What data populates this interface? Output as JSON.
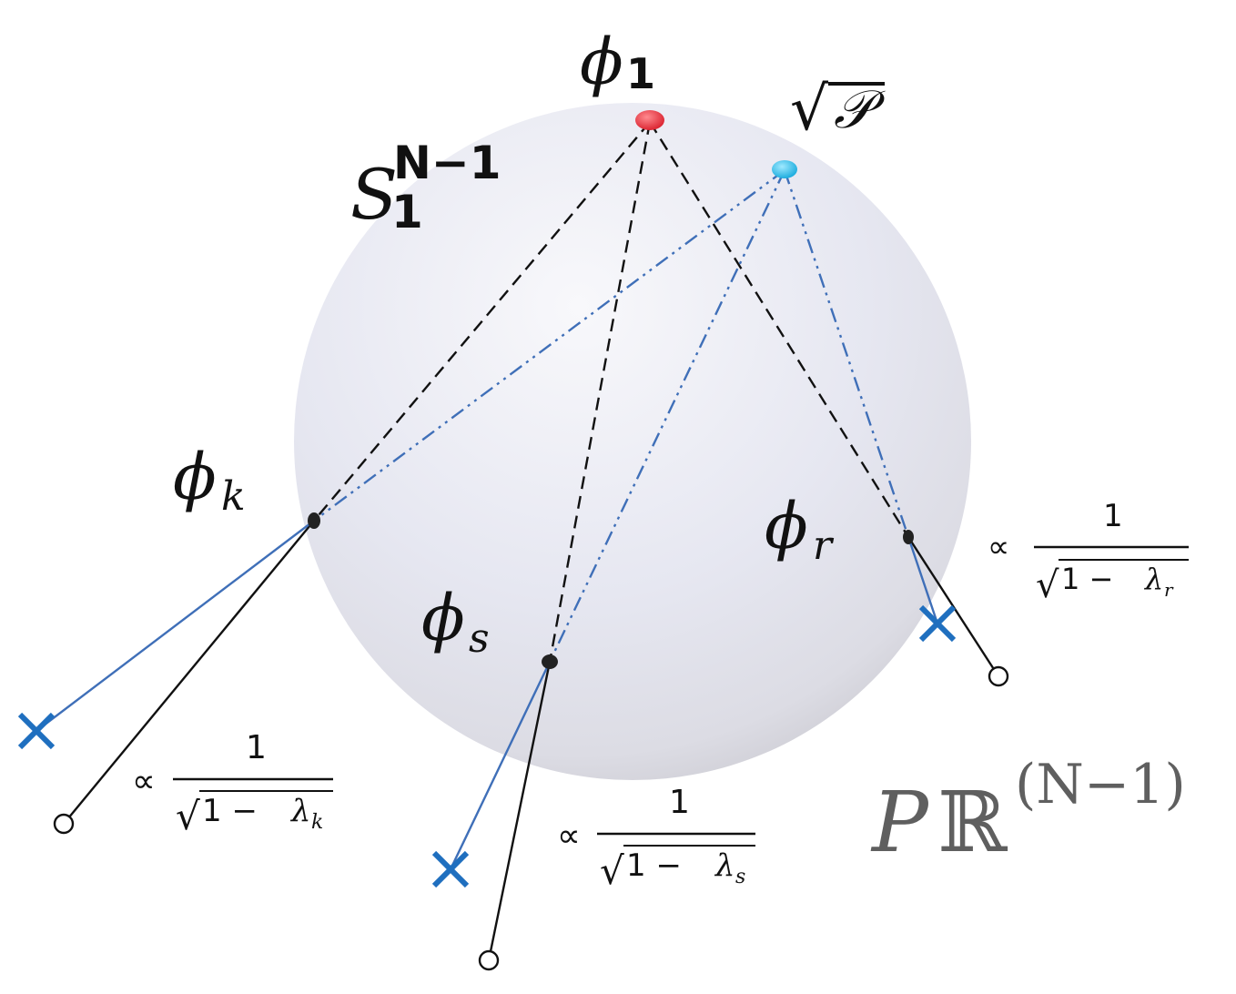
{
  "labels": {
    "phi1": {
      "sym": "ϕ",
      "sub": "1"
    },
    "sqrtP": {
      "root": "√",
      "sym": "𝒫"
    },
    "sphere": {
      "sym": "S",
      "sup": "N−1",
      "sub": "1"
    },
    "phik": {
      "sym": "ϕ",
      "sub": "k"
    },
    "phis": {
      "sym": "ϕ",
      "sub": "s"
    },
    "phir": {
      "sym": "ϕ",
      "sub": "r"
    },
    "projective": {
      "sym": "P",
      "field": "ℝ",
      "sup": "(N−1)"
    }
  },
  "fractions": {
    "k": {
      "prop": "∝",
      "num": "1",
      "root": "√",
      "den_const": "1 − ",
      "den_sym": "λ",
      "den_sub": "k"
    },
    "s": {
      "prop": "∝",
      "num": "1",
      "root": "√",
      "den_const": "1 − ",
      "den_sym": "λ",
      "den_sub": "s"
    },
    "r": {
      "prop": "∝",
      "num": "1",
      "root": "√",
      "den_const": "1 − ",
      "den_sym": "λ",
      "den_sub": "r"
    }
  },
  "colors": {
    "sphere_light": "#f6f6fa",
    "sphere_mid": "#e3e4ef",
    "sphere_shadow": "#cfcfd8",
    "black_line": "#111111",
    "blue_line": "#3f6fb8",
    "cross": "#1f6fbf",
    "phi1_point": "#e8323c",
    "sqrtP_point": "#2fbde8",
    "proj_text": "#5f5f5f"
  }
}
